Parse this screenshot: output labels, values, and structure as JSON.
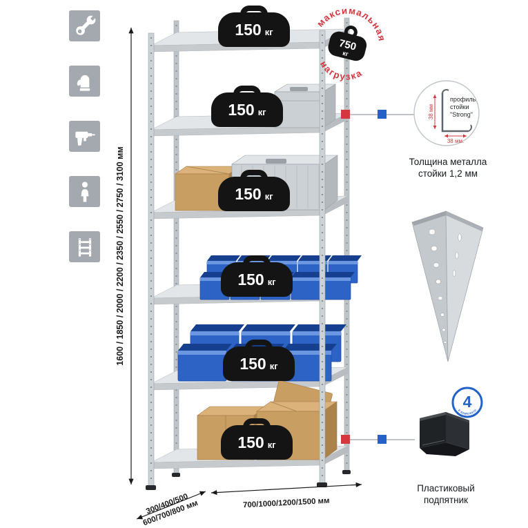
{
  "colors": {
    "accent_red": "#d6373f",
    "accent_blue": "#2363c8",
    "bin_blue": "#2d63c4",
    "bin_blue_dark": "#173f8f",
    "bin_blue_light": "#6b97e0",
    "icon_gray": "#a3a9af",
    "metal_light": "#e3e6e9",
    "metal_mid": "#c6cacd",
    "cardboard": "#c89e62",
    "cardboard_light": "#dcb27b",
    "cardboard_dark": "#ab824a",
    "weight_black": "#141414"
  },
  "left_icons": [
    {
      "name": "wrench"
    },
    {
      "name": "gloves"
    },
    {
      "name": "drill"
    },
    {
      "name": "person"
    },
    {
      "name": "rack"
    }
  ],
  "dimensions": {
    "height_label": "1600 / 1850 / 2000 / 2200 / 2350 / 2550 / 2750 / 3100 мм",
    "depth_label_line1": "300/400/500",
    "depth_label_line2": "600/700/800 мм",
    "width_label": "700/1000/1200/1500 мм"
  },
  "shelf_load": {
    "value": "150",
    "unit": "кг"
  },
  "max_load": {
    "arc_top": "максимальная",
    "arc_bottom": "нагрузка",
    "value": "750",
    "unit": "кг"
  },
  "profile_callout": {
    "dim_vertical": "38 мм",
    "dim_horizontal": "38 мм.",
    "name_line1": "профиль",
    "name_line2": "стойки",
    "name_line3": "\"Strong\"",
    "caption_line1": "Толщина металла",
    "caption_line2": "стойки 1,2 мм"
  },
  "foot_callout": {
    "badge_value": "4",
    "badge_text": "в комплекте",
    "caption_line1": "Пластиковый",
    "caption_line2": "подпятник"
  }
}
